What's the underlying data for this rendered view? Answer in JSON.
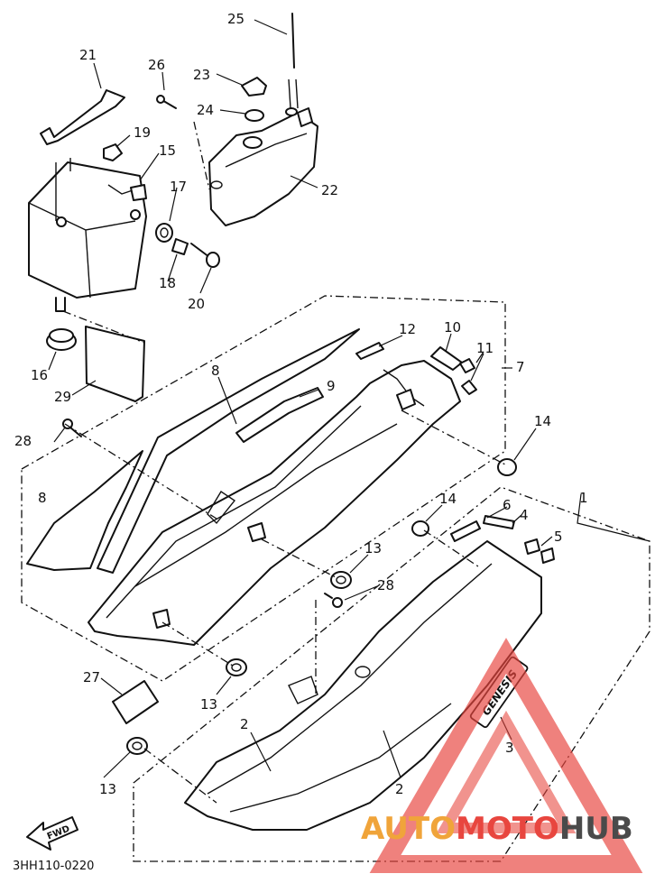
{
  "diagram": {
    "code": "3HH110-0220",
    "fwd_label": "FWD",
    "badge_text": "GENESIS",
    "callouts": {
      "c1": "1",
      "c2a": "2",
      "c2b": "2",
      "c3": "3",
      "c4": "4",
      "c5": "5",
      "c6": "6",
      "c7": "7",
      "c8a": "8",
      "c8b": "8",
      "c9": "9",
      "c10": "10",
      "c11": "11",
      "c12": "12",
      "c13a": "13",
      "c13b": "13",
      "c13c": "13",
      "c14a": "14",
      "c14b": "14",
      "c15": "15",
      "c16": "16",
      "c17": "17",
      "c18": "18",
      "c19": "19",
      "c20": "20",
      "c21": "21",
      "c22": "22",
      "c23": "23",
      "c24": "24",
      "c25": "25",
      "c26": "26",
      "c27": "27",
      "c28a": "28",
      "c28b": "28",
      "c29": "29"
    }
  },
  "watermark": {
    "part1": "AUTO",
    "part2": "MOTO",
    "part3": "HUB",
    "color_accent": "#e8463f",
    "color_orange": "#f0a43a",
    "color_dark": "#4a4a4a"
  }
}
